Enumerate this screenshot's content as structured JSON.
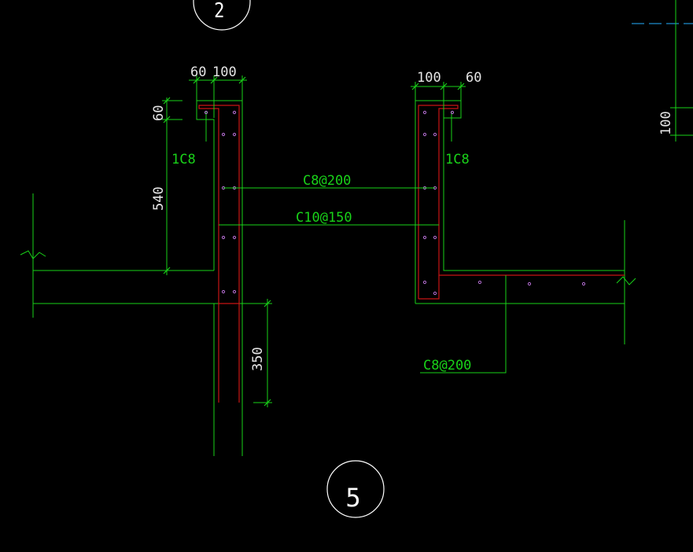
{
  "colors": {
    "background": "#000000",
    "dimension": "#e6e6e6",
    "green": "#19d219",
    "concrete": "#c81414",
    "rebar_dot": "#b46ed2",
    "cyan": "#1e8ccc",
    "callout": "#ffffff"
  },
  "labels": {
    "dim_left_60": "60",
    "dim_left_100": "100",
    "dim_right_100": "100",
    "dim_right_60": "60",
    "dim_vert_60": "60",
    "dim_540": "540",
    "dim_350": "350",
    "dim_far_right_100": "100",
    "rebar_left_1c8": "1C8",
    "rebar_right_1c8": "1C8",
    "rebar_c8_200_top": "C8@200",
    "rebar_c10_150": "C10@150",
    "rebar_c8_200_bottom": "C8@200"
  },
  "callouts": {
    "top": "2",
    "bottom": "5"
  }
}
